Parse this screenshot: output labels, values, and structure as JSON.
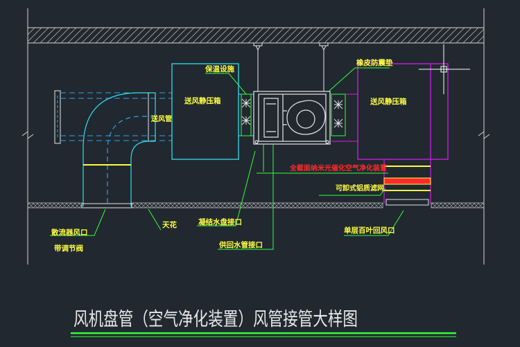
{
  "drawing": {
    "title": "风机盘管（空气净化装置）风管接管大样图",
    "colors": {
      "background": "#212830",
      "white": "#e8e8e8",
      "cyan": "#2fe0ee",
      "green": "#35ff3b",
      "yellow": "#ffff40",
      "red": "#ff2a2a",
      "magenta": "#d21ee6",
      "duct_dash": "#2aa6e8"
    }
  },
  "labels": {
    "supply_static_box_left": "送风静压箱",
    "supply_static_box_right": "送风静压箱",
    "supply_duct": "送风管",
    "insulation": "保温设施",
    "rubber_pad": "橡皮防震垫",
    "purifier": "全截面纳米光催化空气净化装置",
    "filter": "可卸式铝质滤网",
    "return_grille": "单层百叶回风口",
    "diffuser_line1": "散流器风口",
    "diffuser_line2": "带调节阀",
    "ceiling": "天花",
    "condensate": "凝结水盘接口",
    "supply_return_water": "供回水管接口"
  }
}
